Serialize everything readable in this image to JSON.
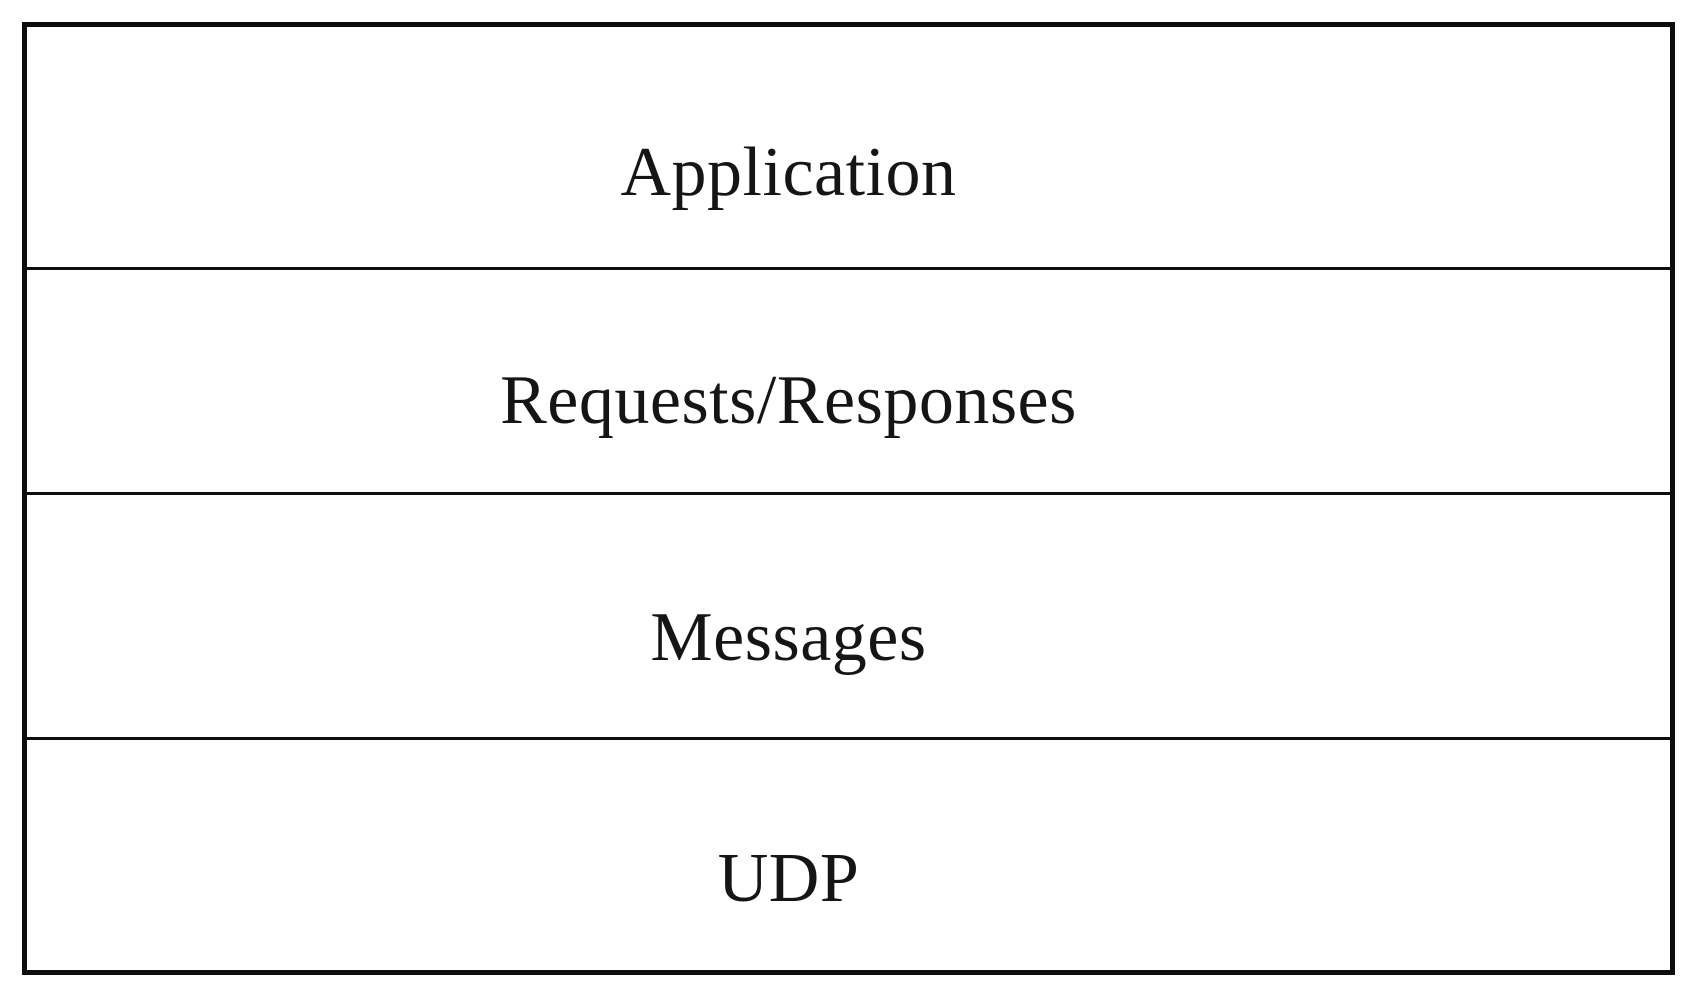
{
  "diagram": {
    "type": "layered-stack",
    "orientation": "vertical",
    "border_color": "#0d0d0d",
    "background_color": "#ffffff",
    "text_color": "#151515",
    "layers": [
      {
        "label": "Application"
      },
      {
        "label": "Requests/Responses"
      },
      {
        "label": "Messages"
      },
      {
        "label": "UDP"
      }
    ]
  }
}
